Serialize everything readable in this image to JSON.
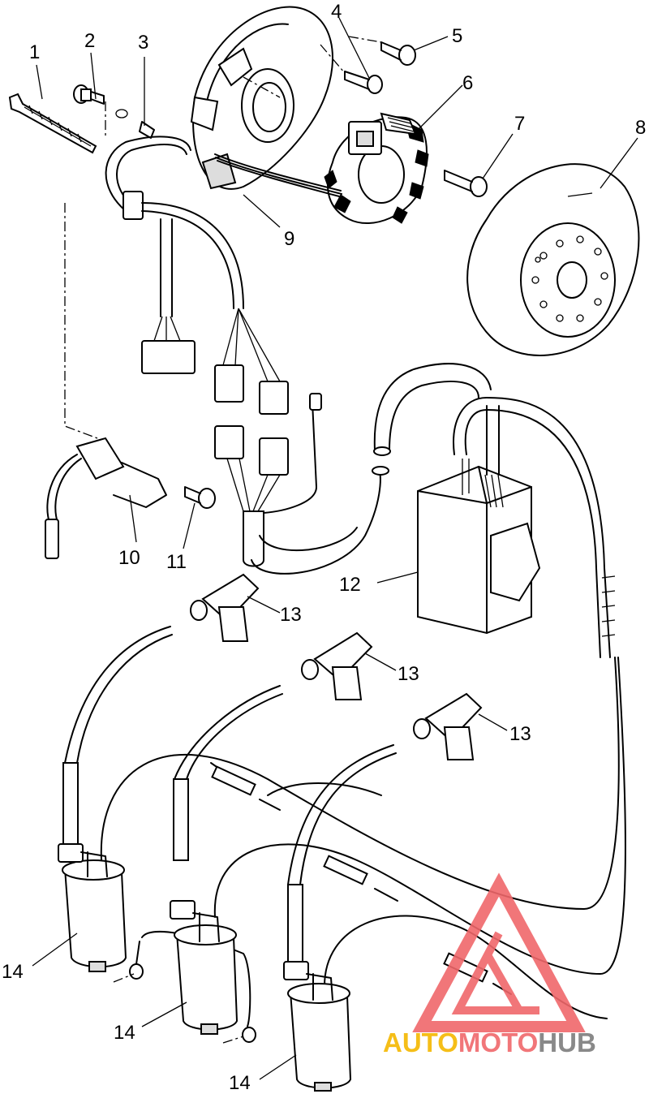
{
  "callouts": [
    {
      "num": "1"
    },
    {
      "num": "2"
    },
    {
      "num": "3"
    },
    {
      "num": "4"
    },
    {
      "num": "5"
    },
    {
      "num": "6"
    },
    {
      "num": "7"
    },
    {
      "num": "8"
    },
    {
      "num": "9"
    },
    {
      "num": "10"
    },
    {
      "num": "11"
    },
    {
      "num": "12"
    },
    {
      "num": "13"
    },
    {
      "num": "13"
    },
    {
      "num": "13"
    },
    {
      "num": "14"
    },
    {
      "num": "14"
    },
    {
      "num": "14"
    }
  ],
  "watermark": {
    "part1": "AUTO",
    "part2": "MOTO",
    "part3": "HUB",
    "colors": {
      "auto": "#f5b800",
      "moto": "#f0686b",
      "hub": "#7d7d7d",
      "triangle": "#f0686b"
    }
  }
}
